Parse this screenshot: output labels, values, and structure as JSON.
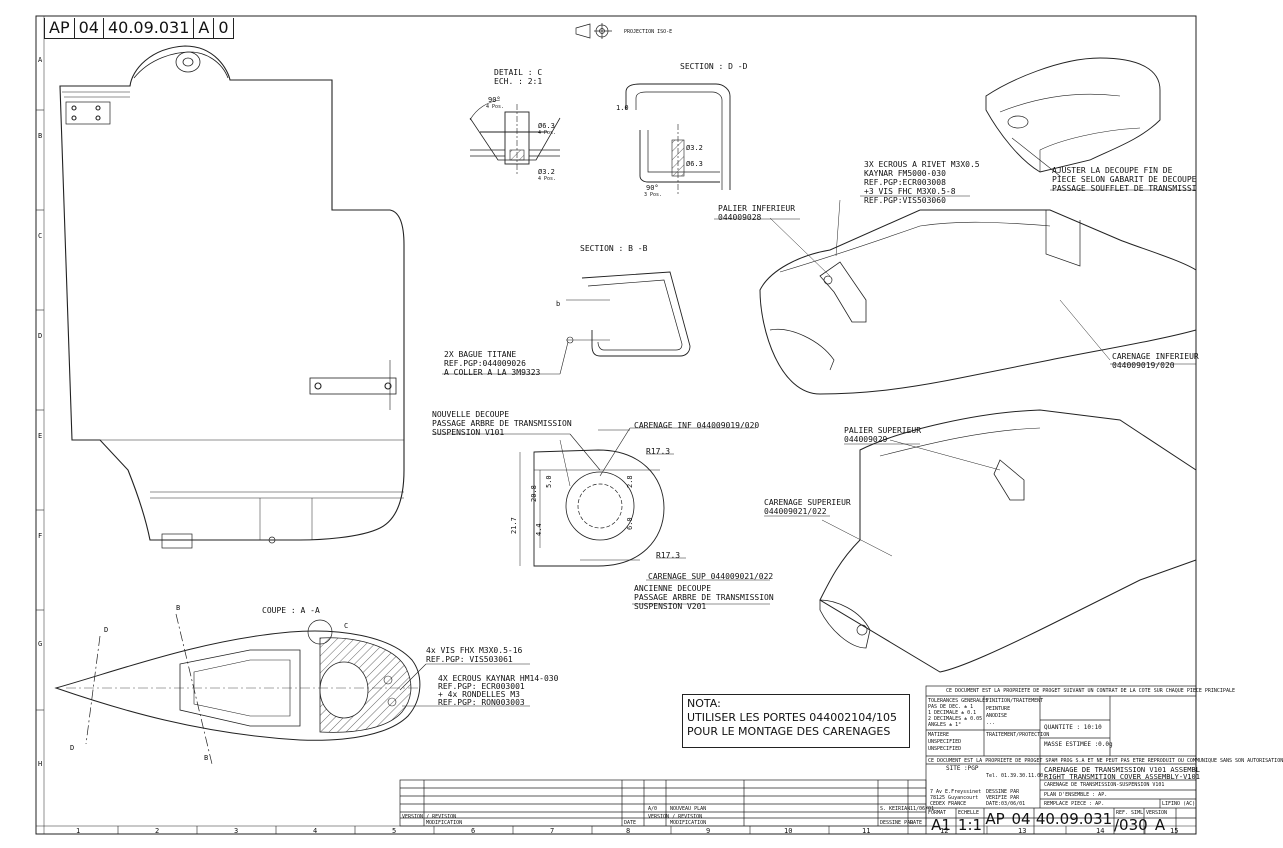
{
  "title_ref": {
    "prefix": "AP",
    "folio": "04",
    "number": "40.09.031",
    "format": "A",
    "rev": "0"
  },
  "projection": "PROJECTION ISO-E",
  "views": {
    "detail_c": {
      "title": "DETAIL : C",
      "scale": "ECH. : 2:1",
      "angle": "90°",
      "pos": "4 Pos.",
      "dia1": "Ø6.3",
      "dia1_pos": "4 Pos.",
      "dia2": "Ø3.2",
      "dia2_pos": "4 Pos."
    },
    "section_dd": {
      "title": "SECTION : D -D",
      "thickness": "1.0",
      "dia": "Ø3.2",
      "dia2": "Ø6.3",
      "angle": "90°",
      "pos": "3 Pos."
    },
    "section_bb": {
      "title": "SECTION : B -B",
      "b": "b"
    },
    "coupe_aa": {
      "title": "COUPE : A -A",
      "d1": "D",
      "d2": "D",
      "b1": "B",
      "b2": "B",
      "c": "C"
    }
  },
  "callouts": {
    "ecrous_rivet": [
      "3X ECROUS A RIVET M3X0.5",
      "KAYNAR FM5000-030",
      "REF.PGP:ECR003008",
      "+3 VIS FHC M3X0.5-8",
      "REF.PGP:VIS503060"
    ],
    "palier_inf": [
      "PALIER INFERIEUR",
      "044009028"
    ],
    "ajuster": [
      "AJUSTER LA DECOUPE FIN DE",
      "PIECE SELON GABARIT DE DECOUPE",
      "PASSAGE SOUFFLET DE TRANSMISSI"
    ],
    "carenage_inf": [
      "CARENAGE INFERIEUR",
      "044009019/020"
    ],
    "bague": [
      "2X BAGUE TITANE",
      "REF.PGP:044009026",
      "A COLLER A LA 3M9323"
    ],
    "nouvelle": [
      "NOUVELLE DECOUPE",
      "PASSAGE ARBRE DE TRANSMISSION",
      "SUSPENSION V101"
    ],
    "car_inf_label": "CARENAGE INF 044009019/020",
    "r1": "R17.3",
    "r2": "R17.3",
    "dims": [
      "21.7",
      "20.8",
      "5.0",
      "2.8",
      "4.4",
      "6.0"
    ],
    "car_sup_label": "CARENAGE SUP 044009021/022",
    "ancienne": [
      "ANCIENNE DECOUPE",
      "PASSAGE ARBRE DE TRANSMISSION",
      "SUSPENSION V201"
    ],
    "palier_sup": [
      "PALIER SUPERIEUR",
      "044009029"
    ],
    "carenage_sup": [
      "CARENAGE SUPERIEUR",
      "044009021/022"
    ],
    "vis_fhx": [
      "4x VIS FHX M3X0.5-16",
      "REF.PGP: VIS503061"
    ],
    "ecrous_kaynar": [
      "4X ECROUS KAYNAR HM14-030",
      "REF.PGP: ECR003001",
      "+ 4x RONDELLES M3",
      "REF.PGP: RON003003"
    ]
  },
  "note": {
    "title": "NOTA:",
    "line1": "UTILISER LES PORTES 044002104/105",
    "line2": "POUR LE MONTAGE DES CARENAGES"
  },
  "rows": [
    "A",
    "B",
    "C",
    "D",
    "E",
    "F",
    "G",
    "H"
  ],
  "cols": [
    "1",
    "2",
    "3",
    "4",
    "5",
    "6",
    "7",
    "8",
    "9",
    "10",
    "11",
    "12",
    "13",
    "14",
    "15"
  ],
  "title_block": {
    "property": "CE DOCUMENT EST LA PROPRIETE DE PROGET SUIVANT UN CONTRAT DE LA COTE SUR CHAQUE PIECE PRINCIPALE",
    "tolerances": "TOLERANCES GENERALES",
    "tol_rows": [
      "PAS DE DEC.  ± 1",
      "1 DECIMALE  ± 0.1",
      "2 DECIMALES  ± 0.05",
      "ANGLES  ± 1°"
    ],
    "finish": "FINITION/TRAITEMENT",
    "finish_rows": [
      "PEINTURE",
      "ANODISE",
      "..."
    ],
    "matiere": "MATIERE",
    "matiere_rows": [
      "UNSPECIFIED",
      "UNSPECIFIED"
    ],
    "traitement": "TRAITEMENT/PROTECTION",
    "quantity": "QUANTITE : 10:10",
    "masse": "MASSE ESTIMEE :0.0g",
    "confidential": "CE DOCUMENT EST LA PROPRIETE DE PROGET SPAM PROG S.A ET NE PEUT PAS ETRE REPRODUIT OU COMMUNIQUE SANS SON AUTORISATION",
    "site": "SITE :PGP",
    "company_lines": [
      "7 Av E.Freyssinet",
      "78125 Guyancourt",
      "CEDEX FRANCE"
    ],
    "tel": "Tel. 01.39.30.11.00",
    "drawn": "DESSINE PAR",
    "verified": "VERIFIE PAR",
    "date": "DATE:03/06/01",
    "desc1": "CARENAGE DE TRANSMISSION V101 ASSEMBL",
    "desc2": "RIGHT TRANSMITION COVER ASSEMBLY-V101",
    "desc3": "CARENAGE DE TRANSMISSION-SUSPENSION V101",
    "plan": "PLAN D'ENSEMBLE : AP.",
    "remplace": "REMPLACE PIECE : AP.",
    "format_label": "FORMAT",
    "echelle_label": "ECHELLE",
    "format": "A1",
    "echelle": "1:1",
    "ref_label": "REF. SIML",
    "version_label": "VERSION",
    "ap": "AP",
    "folio": "04",
    "num": "40.09.031",
    "ref": "/030",
    "rev": "A",
    "lithio": "LIFINO (AC)",
    "revision_rows": [
      {
        "rev": "A/0",
        "mod": "NOUVEAU PLAN",
        "by": "S. KEIRIAN",
        "date": "11/06/01"
      }
    ],
    "rev_hdr": {
      "version": "VERSION / REVISION",
      "mod": "MODIFICATION",
      "drawn": "DESSINE PAR",
      "date": "DATE"
    }
  },
  "colors": {
    "line": "#222222",
    "paper": "#ffffff",
    "hatch": "#444444"
  }
}
